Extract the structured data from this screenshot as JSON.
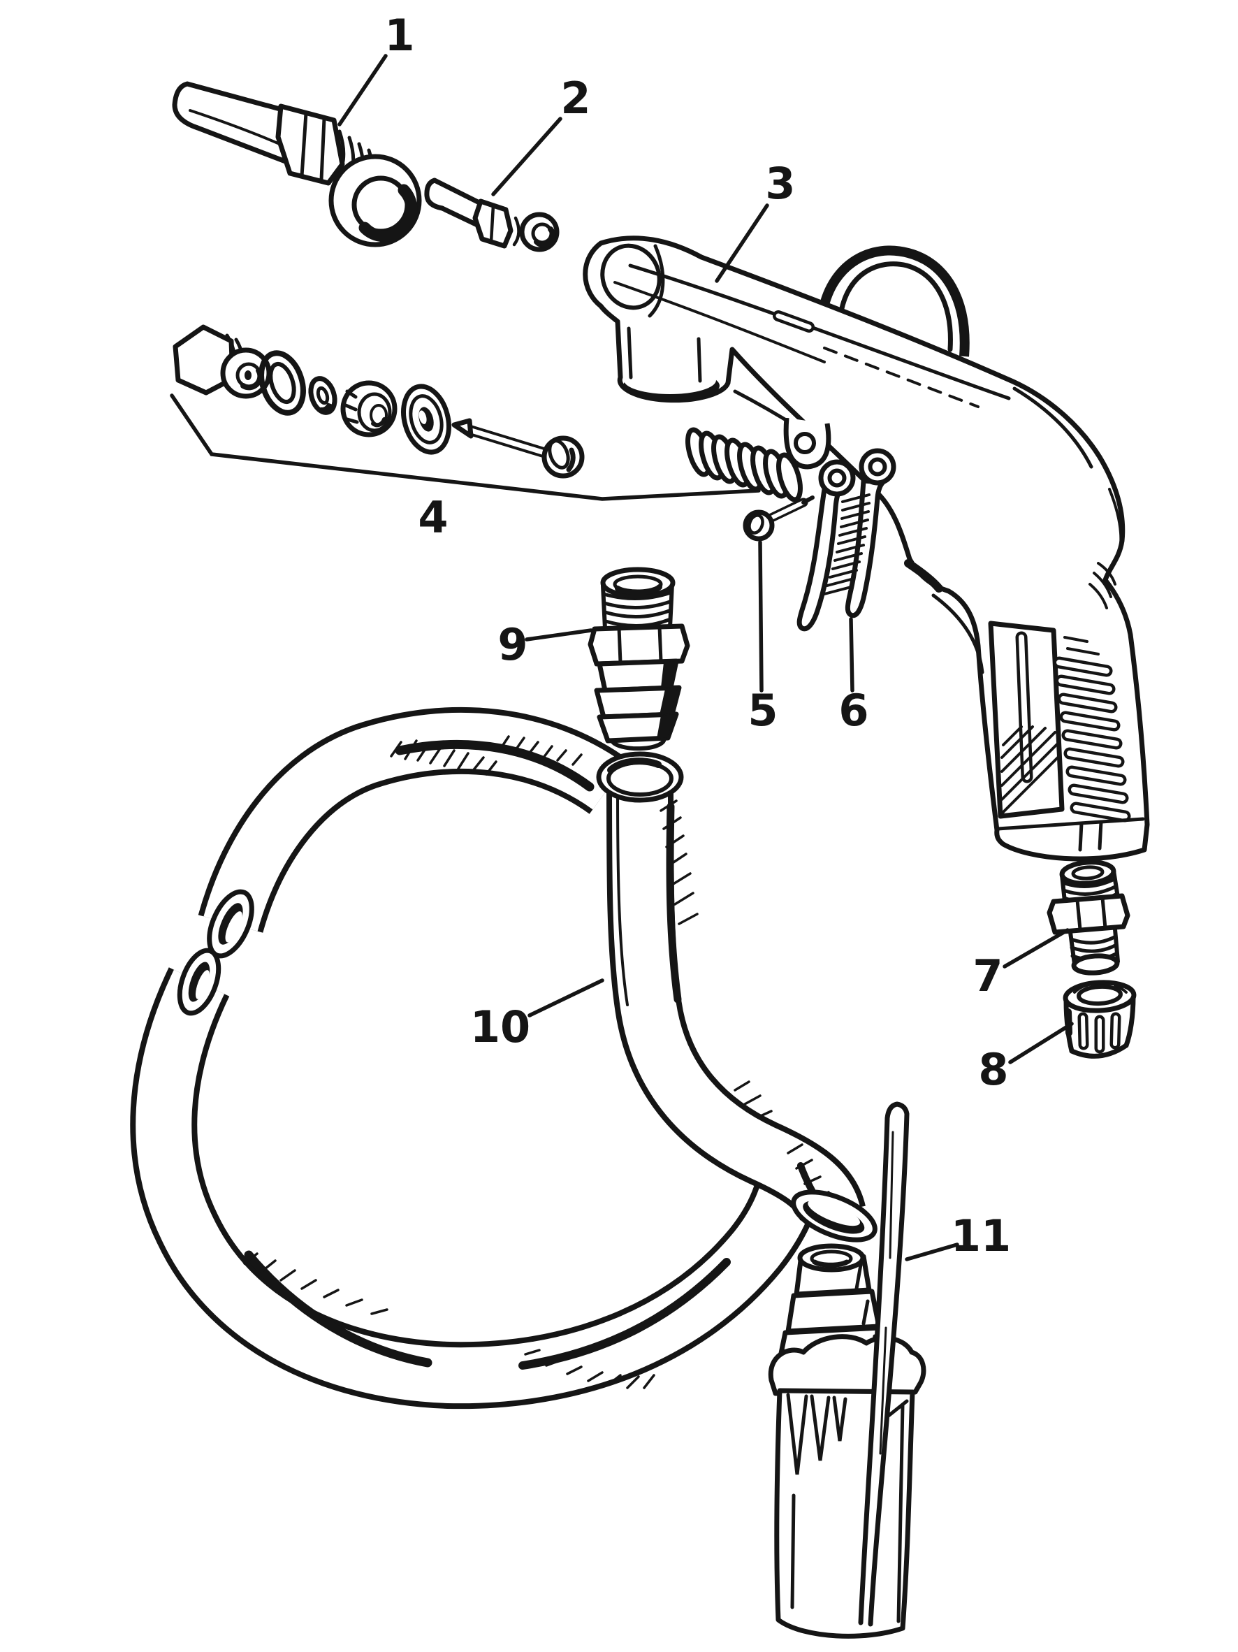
{
  "figure": {
    "type": "exploded-parts-diagram",
    "colors": {
      "background": "#ffffff",
      "ink": "#151515"
    },
    "callouts": [
      {
        "number": "1"
      },
      {
        "number": "2"
      },
      {
        "number": "3"
      },
      {
        "number": "4"
      },
      {
        "number": "5"
      },
      {
        "number": "6"
      },
      {
        "number": "7"
      },
      {
        "number": "8"
      },
      {
        "number": "9"
      },
      {
        "number": "10"
      },
      {
        "number": "11"
      }
    ]
  }
}
